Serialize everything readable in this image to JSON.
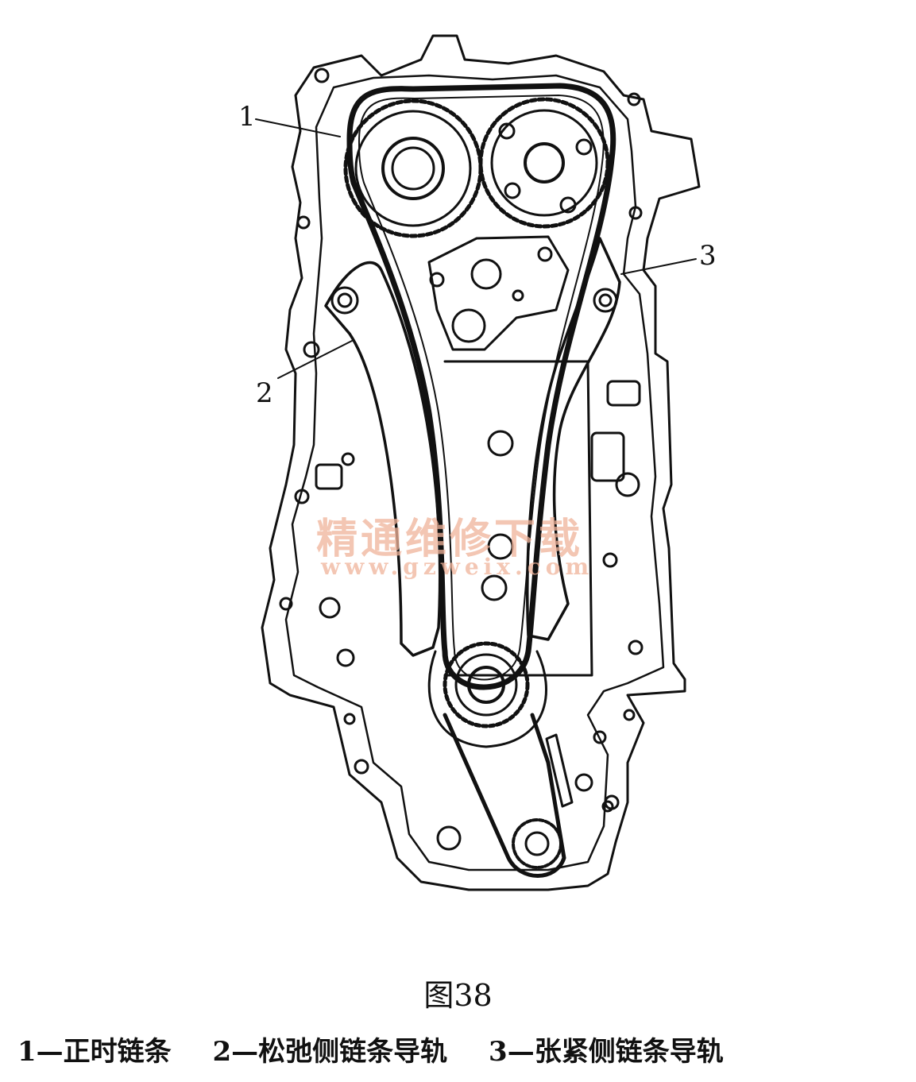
{
  "callouts": [
    {
      "id": "1",
      "label": "1"
    },
    {
      "id": "2",
      "label": "2"
    },
    {
      "id": "3",
      "label": "3"
    }
  ],
  "watermark": {
    "text_cn": "精通维修下载",
    "url": "www.gzweix.com"
  },
  "figure_title": "图38",
  "legend": [
    {
      "text": "1—正时链条"
    },
    {
      "text": "2—松弛侧链条导轨"
    },
    {
      "text": "3—张紧侧链条导轨"
    }
  ],
  "colors": {
    "line": "#111111",
    "watermark": "#f0b39a"
  }
}
